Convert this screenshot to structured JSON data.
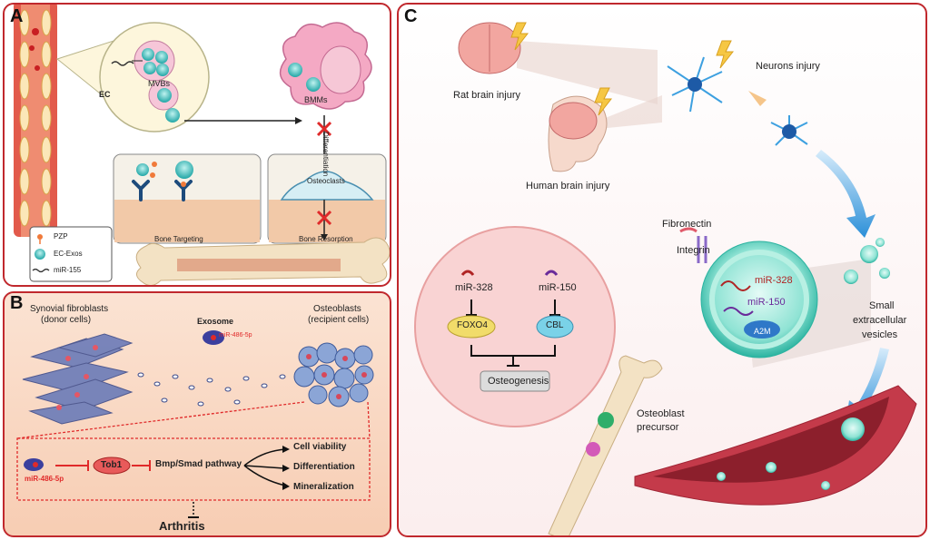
{
  "panelA": {
    "label": "A",
    "ec": "EC",
    "mvbs": "MVBs",
    "bmms": "BMMs",
    "differentiation": "Differentiation",
    "osteoclasts": "Osteoclasts",
    "bone_targeting": "Bone Targeting",
    "bone_resorption": "Bone Resorption",
    "legend": [
      {
        "icon": "pzp-icon",
        "label": "PZP"
      },
      {
        "icon": "ec-exos-icon",
        "label": "EC-Exos"
      },
      {
        "icon": "mir-155-icon",
        "label": "miR-155"
      }
    ]
  },
  "panelB": {
    "label": "B",
    "donor_title": "Synovial fibroblasts",
    "donor_sub": "(donor cells)",
    "recipient_title": "Osteoblasts",
    "recipient_sub": "(recipient cells)",
    "exosome": "Exosome",
    "exosome_mir": "miR-486-5p",
    "pathway_mir": "miR-486-5p",
    "tob1": "Tob1",
    "pathway": "Bmp/Smad pathway",
    "outcomes": [
      "Cell viability",
      "Differentiation",
      "Mineralization"
    ],
    "arthritis": "Arthritis"
  },
  "panelC": {
    "label": "C",
    "rat": "Rat brain injury",
    "human": "Human brain injury",
    "neurons": "Neurons injury",
    "fibronectin": "Fibronectin",
    "integrin": "Integrin",
    "vesicle_mir328": "miR-328",
    "vesicle_mir150": "miR-150",
    "a2m": "A2M",
    "sev_1": "Small",
    "sev_2": "extracellular",
    "sev_3": "vesicles",
    "mir328": "miR-328",
    "mir150": "miR-150",
    "foxo4": "FOXO4",
    "cbl": "CBL",
    "osteogenesis": "Osteogenesis",
    "osteoblast_1": "Osteoblast",
    "osteoblast_2": "precursor"
  },
  "colors": {
    "frame": "#c0282d",
    "exo": "#2bb3b1",
    "pathway_red": "#e0262b"
  }
}
